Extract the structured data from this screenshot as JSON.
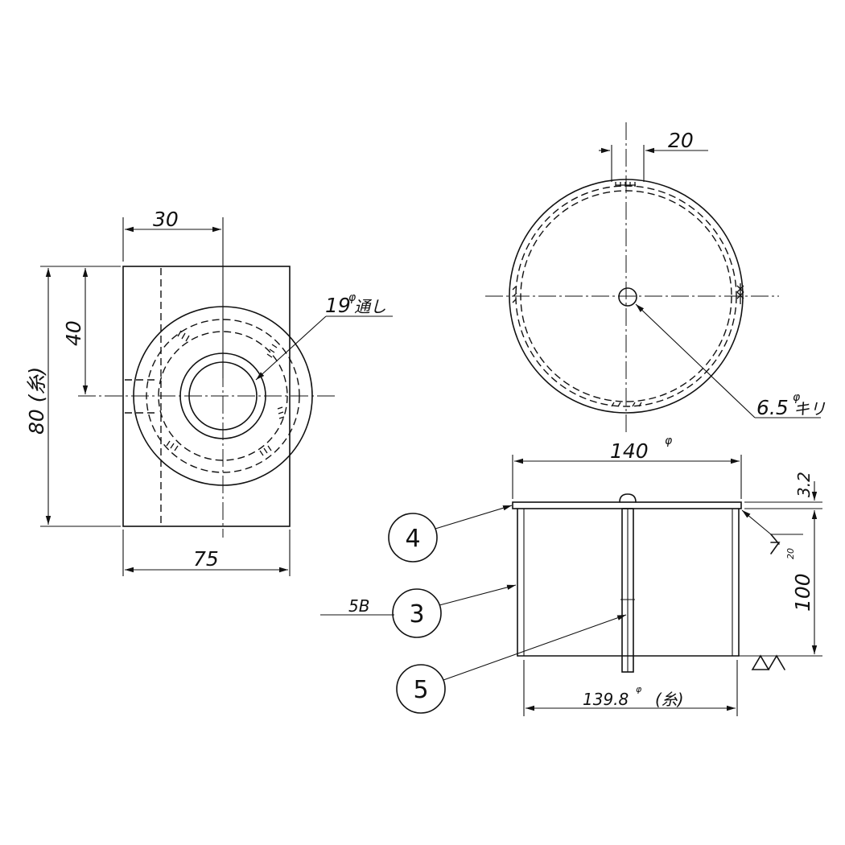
{
  "block_view": {
    "dim_width_top": "30",
    "dim_height_mid": "40",
    "dim_height_total": "80 (糸)",
    "dim_width_bottom": "75",
    "hole_note": "19",
    "hole_note_sup": "φ",
    "hole_note_jp": "通し"
  },
  "top_view": {
    "dim_slot": "20",
    "hole_note": "6.5",
    "hole_note_sup": "φ",
    "hole_note_jp": "キリ"
  },
  "section_view": {
    "dim_diameter_top": "140",
    "dim_diameter_top_sup": "φ",
    "dim_plate": "3.2",
    "dim_height": "100",
    "weld_note": "20",
    "dim_diameter_bottom": "139.8",
    "dim_diameter_bottom_sup": "φ",
    "dim_diameter_bottom_note": "(糸)",
    "pipe_size": "5B"
  },
  "balloons": {
    "part_4": "4",
    "part_3": "3",
    "part_5": "5"
  }
}
